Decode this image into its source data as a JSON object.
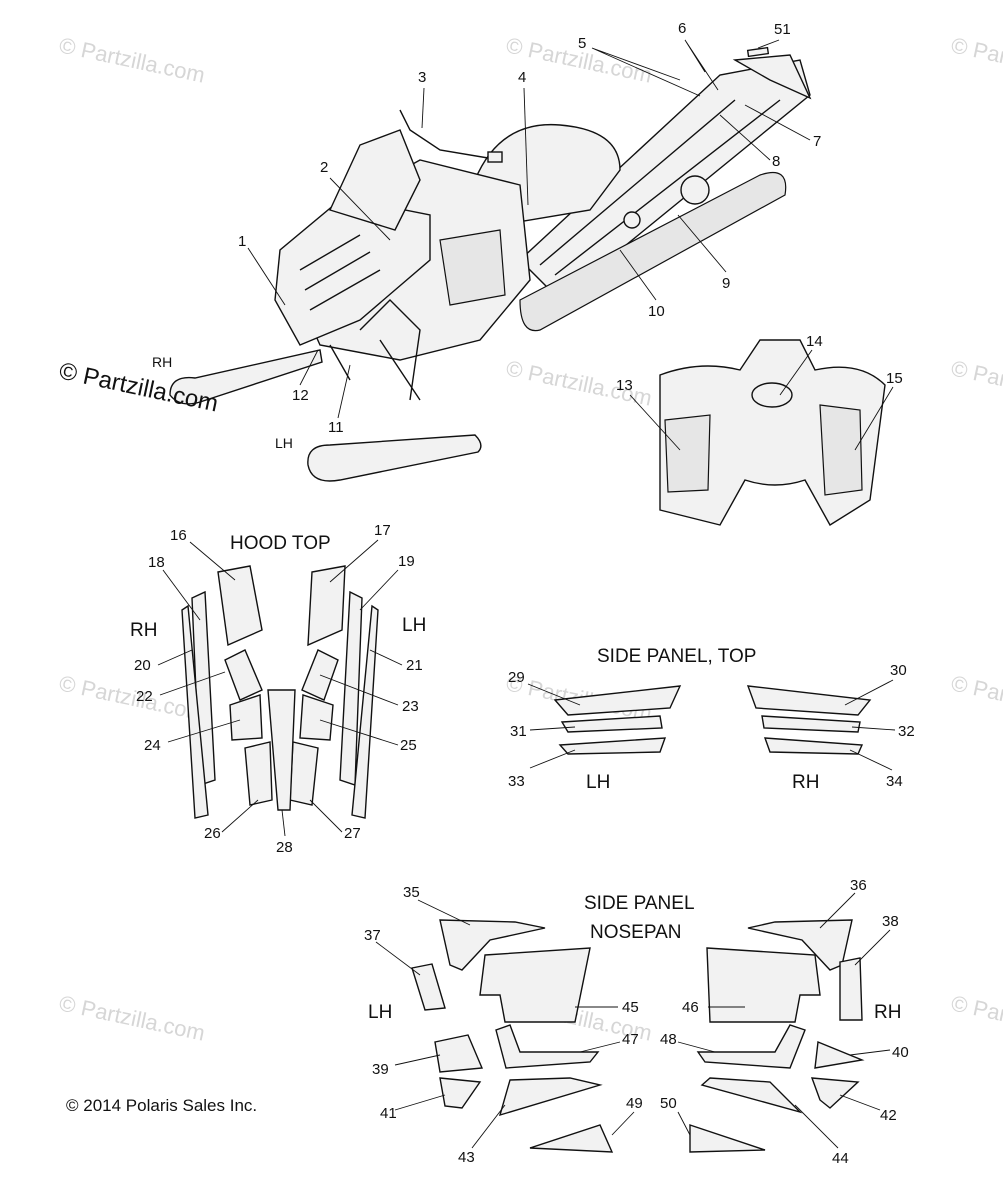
{
  "watermark_text": "© Partzilla.com",
  "copyright": "© 2014 Polaris Sales Inc.",
  "section_titles": {
    "hood_top": "HOOD TOP",
    "side_panel_top": "SIDE PANEL, TOP",
    "side_panel_nosepan_1": "SIDE PANEL",
    "side_panel_nosepan_2": "NOSEPAN"
  },
  "side_labels": {
    "sled_rh": "RH",
    "sled_lh": "LH",
    "hood_rh": "RH",
    "hood_lh": "LH",
    "top_lh": "LH",
    "top_rh": "RH",
    "nose_lh": "LH",
    "nose_rh": "RH"
  },
  "callouts": [
    "1",
    "2",
    "3",
    "4",
    "5",
    "6",
    "7",
    "8",
    "9",
    "10",
    "11",
    "12",
    "13",
    "14",
    "15",
    "16",
    "17",
    "18",
    "19",
    "20",
    "21",
    "22",
    "23",
    "24",
    "25",
    "26",
    "27",
    "28",
    "29",
    "30",
    "31",
    "32",
    "33",
    "34",
    "35",
    "36",
    "37",
    "38",
    "39",
    "40",
    "41",
    "42",
    "43",
    "44",
    "45",
    "46",
    "47",
    "48",
    "49",
    "50",
    "51"
  ]
}
